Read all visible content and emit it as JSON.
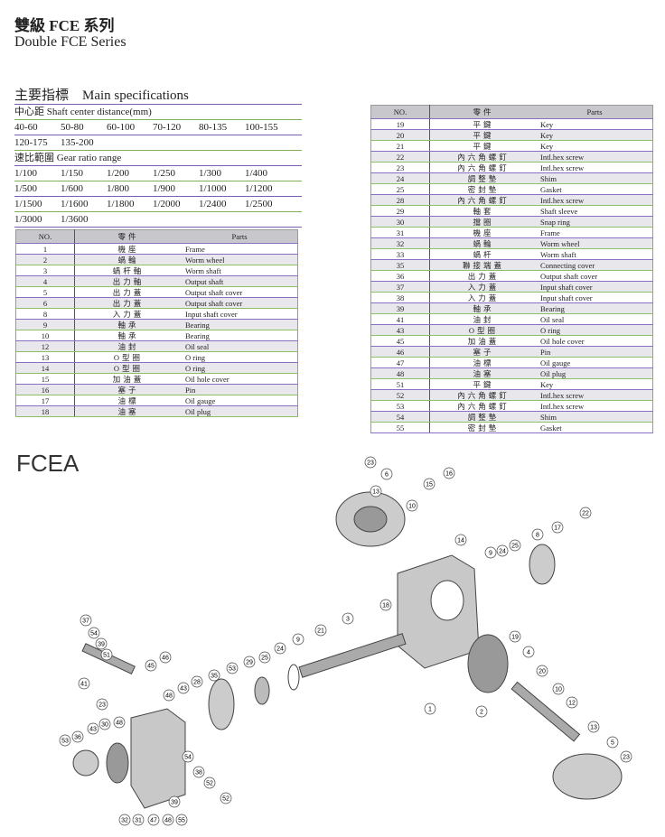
{
  "header": {
    "title_zh": "雙級 FCE 系列",
    "title_en": "Double FCE Series"
  },
  "specs": {
    "title": "主要指標　Main specifications",
    "distance_label": "中心距  Shaft center distance(mm)",
    "distances": [
      "40-60",
      "50-80",
      "60-100",
      "70-120",
      "80-135",
      "100-155",
      "120-175",
      "135-200"
    ],
    "ratio_label": "速比範圍  Gear ratio range",
    "ratios": [
      "1/100",
      "1/150",
      "1/200",
      "1/250",
      "1/300",
      "1/400",
      "1/500",
      "1/600",
      "1/800",
      "1/900",
      "1/1000",
      "1/1200",
      "1/1500",
      "1/1600",
      "1/1800",
      "1/2000",
      "1/2400",
      "1/2500",
      "1/3000",
      "1/3600"
    ]
  },
  "table_headers": {
    "no": "NO.",
    "zh": "零件",
    "en": "Parts"
  },
  "parts_left": [
    [
      "1",
      "機座",
      "Frame"
    ],
    [
      "2",
      "蝸輪",
      "Worm wheel"
    ],
    [
      "3",
      "蝸杆軸",
      "Worm shaft"
    ],
    [
      "4",
      "出力軸",
      "Output shaft"
    ],
    [
      "5",
      "出力蓋",
      "Output shaft cover"
    ],
    [
      "6",
      "出力蓋",
      "Output shaft cover"
    ],
    [
      "8",
      "入力蓋",
      "Input shaft cover"
    ],
    [
      "9",
      "軸承",
      "Bearing"
    ],
    [
      "10",
      "軸承",
      "Bearing"
    ],
    [
      "12",
      "油封",
      "Oil seal"
    ],
    [
      "13",
      "O型圈",
      "O ring"
    ],
    [
      "14",
      "O型圈",
      "O ring"
    ],
    [
      "15",
      "加油蓋",
      "Oil hole cover"
    ],
    [
      "16",
      "塞子",
      "Pin"
    ],
    [
      "17",
      "油標",
      "Oil gauge"
    ],
    [
      "18",
      "油塞",
      "Oil plug"
    ]
  ],
  "parts_right": [
    [
      "19",
      "平鍵",
      "Key"
    ],
    [
      "20",
      "平鍵",
      "Key"
    ],
    [
      "21",
      "平鍵",
      "Key"
    ],
    [
      "22",
      "內六角螺釘",
      "Intl.hex screw"
    ],
    [
      "23",
      "內六角螺釘",
      "Intl.hex screw"
    ],
    [
      "24",
      "調整墊",
      "Shim"
    ],
    [
      "25",
      "密封墊",
      "Gasket"
    ],
    [
      "28",
      "內六角螺釘",
      "Intl.hex screw"
    ],
    [
      "29",
      "軸套",
      "Shaft sleeve"
    ],
    [
      "30",
      "擋圈",
      "Snap ring"
    ],
    [
      "31",
      "機座",
      "Frame"
    ],
    [
      "32",
      "蝸輪",
      "Worm wheel"
    ],
    [
      "33",
      "蝸杆",
      "Worm shaft"
    ],
    [
      "35",
      "聯接端蓋",
      "Connecting cover"
    ],
    [
      "36",
      "出力蓋",
      "Output shaft cover"
    ],
    [
      "37",
      "入力蓋",
      "Input shaft cover"
    ],
    [
      "38",
      "入力蓋",
      "Input shaft cover"
    ],
    [
      "39",
      "軸承",
      "Bearing"
    ],
    [
      "41",
      "油封",
      "Oil seal"
    ],
    [
      "43",
      "O型圈",
      "O ring"
    ],
    [
      "45",
      "加油蓋",
      "Oil hole cover"
    ],
    [
      "46",
      "塞子",
      "Pin"
    ],
    [
      "47",
      "油標",
      "Oil gauge"
    ],
    [
      "48",
      "油塞",
      "Oil plug"
    ],
    [
      "51",
      "平鍵",
      "Key"
    ],
    [
      "52",
      "內六角螺釘",
      "Intl.hex screw"
    ],
    [
      "53",
      "內六角螺釘",
      "Intl.hex screw"
    ],
    [
      "54",
      "調整墊",
      "Shim"
    ],
    [
      "55",
      "密封墊",
      "Gasket"
    ]
  ],
  "diagram": {
    "title": "FCEA",
    "callouts": [
      "23",
      "6",
      "16",
      "15",
      "13",
      "10",
      "14",
      "18",
      "9",
      "24",
      "25",
      "8",
      "17",
      "22",
      "3",
      "21",
      "9",
      "25",
      "24",
      "29",
      "53",
      "35",
      "28",
      "43",
      "46",
      "45",
      "48",
      "52",
      "37",
      "54",
      "39",
      "51",
      "41",
      "23",
      "30",
      "43",
      "36",
      "53",
      "48",
      "31",
      "32",
      "47",
      "48",
      "55",
      "39",
      "38",
      "52",
      "54",
      "1",
      "2",
      "4",
      "19",
      "20",
      "10",
      "12",
      "13",
      "5",
      "23"
    ]
  }
}
